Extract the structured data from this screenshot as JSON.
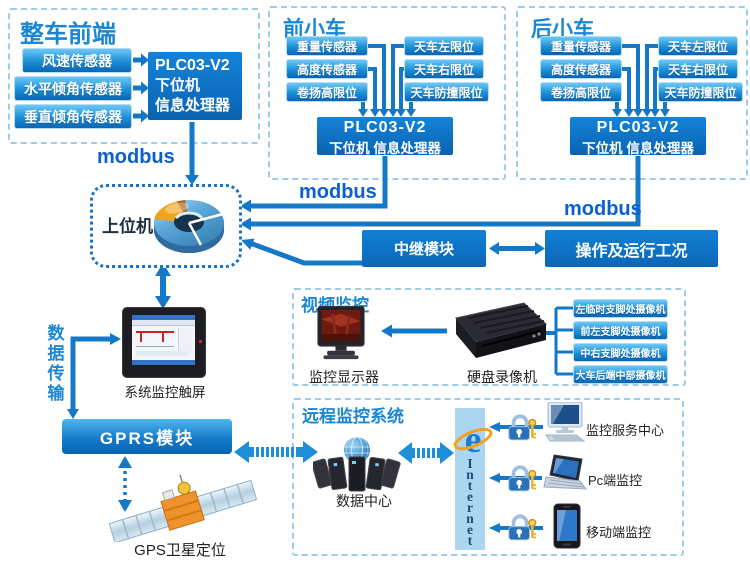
{
  "colors": {
    "arrow": "#1478c8",
    "title": "#1b87d2",
    "modbus": "#0b5fd0",
    "boxTop": "#6cc8f5",
    "boxMid": "#1c8fd6",
    "boxBot": "#0a66b6",
    "plc": "#0c72c6",
    "dash": "#9cccea",
    "dot": "#1673c8",
    "internetBg": "#abd6f0",
    "internetText": "#1d4b72"
  },
  "front_end": {
    "title": "整车前端",
    "sensors": [
      "风速传感器",
      "水平倾角传感器",
      "垂直倾角传感器"
    ],
    "plc": [
      "PLC03-V2",
      "下位机",
      "信息处理器"
    ]
  },
  "front_trolley": {
    "title": "前小车",
    "left": [
      "重量传感器",
      "高度传感器",
      "卷扬高限位"
    ],
    "right": [
      "天车左限位",
      "天车右限位",
      "天车防撞限位"
    ],
    "plc1": "PLC03-V2",
    "plc2": "下位机 信息处理器"
  },
  "rear_trolley": {
    "title": "后小车",
    "left": [
      "重量传感器",
      "高度传感器",
      "卷扬高限位"
    ],
    "right": [
      "天车左限位",
      "天车右限位",
      "天车防撞限位"
    ],
    "plc1": "PLC03-V2",
    "plc2": "下位机 信息处理器"
  },
  "modbus": "modbus",
  "host": {
    "label": "上位机"
  },
  "relay": {
    "label": "中继模块"
  },
  "operation": {
    "label": "操作及运行工况"
  },
  "video": {
    "title": "视频监控",
    "monitor": "监控显示器",
    "dvr": "硬盘录像机",
    "cameras": [
      "左临时支脚处摄像机",
      "前左支脚处摄像机",
      "中右支脚处摄像机",
      "大车后端中部摄像机"
    ]
  },
  "data_transfer": "数据传输",
  "touch_screen": "系统监控触屏",
  "gprs": "GPRS模块",
  "gps": "GPS卫星定位",
  "remote": {
    "title": "远程监控系统",
    "datacenter": "数据中心",
    "internet": "Internet",
    "endpoints": [
      "监控服务中心",
      "Pc端监控",
      "移动端监控"
    ]
  }
}
